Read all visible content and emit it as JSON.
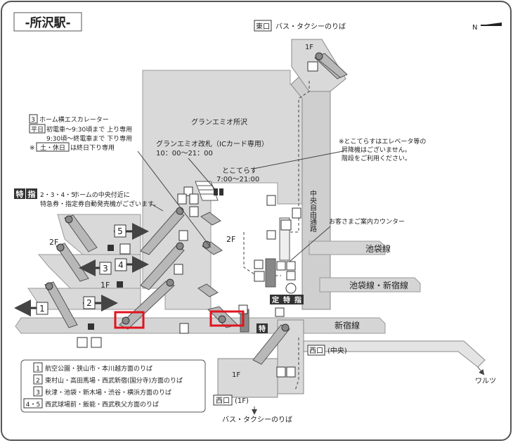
{
  "title": "-所沢駅-",
  "compass": "N",
  "east_exit": {
    "label": "東口",
    "note": "バス・タクシーのりば",
    "floor": "1F"
  },
  "west_exit": {
    "label": "西口",
    "center": "(中央)",
    "floor_label": "西口",
    "floor_note": "(1F)",
    "note": "バス・タクシーのりば",
    "floor": "1F"
  },
  "granemio": "グランエミオ所沢",
  "gate": {
    "label": "グランエミオ改札（ICカード専用）",
    "hours": "10：00〜21：00"
  },
  "tokotorasu": {
    "label": "とこてらす",
    "hours": "7:00〜21:00"
  },
  "escalator_note": {
    "platform": "3",
    "line1": "ホーム横エスカレーター",
    "weekday_label": "平日",
    "weekday_1": "初電車〜9:30頃まで 上り専用",
    "weekday_2": "9:30頃〜終電車まで 下り専用",
    "holiday_prefix": "※",
    "holiday_label": "土・休日",
    "holiday_text": "は終日下り専用"
  },
  "tokushi_note": {
    "badge1": "特",
    "badge2": "指",
    "platforms": "2・3・4・5",
    "line1": "ホームの中央付近に",
    "line2": "特急券・指定券自動発売機がございます。"
  },
  "tokotorasu_note": {
    "line1": "※とこてらすはエレベータ等の",
    "line2": "昇降機はございません。",
    "line3": "階段をご利用ください。"
  },
  "passage": "中央自由通路",
  "counter": "お客さまご案内カウンター",
  "floors": {
    "2f_left": "2F",
    "2f_center": "2F",
    "1f_left": "1F"
  },
  "lines": {
    "ikebukuro": "池袋線",
    "ikebukuro_shinjuku": "池袋線・新宿線",
    "shinjuku": "新宿線"
  },
  "warutsu": "ワルツ",
  "platform_numbers": [
    "1",
    "2",
    "3",
    "4",
    "5"
  ],
  "badges": {
    "tei": "定",
    "toku": "特",
    "shi": "指"
  },
  "legend": [
    {
      "num": "1",
      "text": "航空公園・狭山市・本川越方面のりば"
    },
    {
      "num": "2",
      "text": "東村山・高田馬場・西武新宿(国分寺)方面のりば"
    },
    {
      "num": "3",
      "text": "秋津・池袋・新木場・渋谷・横浜方面のりば"
    },
    {
      "num": "4・5",
      "text": "西武球場前・飯能・西武秩父方面のりば"
    }
  ],
  "colors": {
    "building": "#d9d9d9",
    "wall": "#8c8c8c",
    "track": "#d5d5d5",
    "highlight": "#e0141e",
    "ink": "#222222"
  }
}
